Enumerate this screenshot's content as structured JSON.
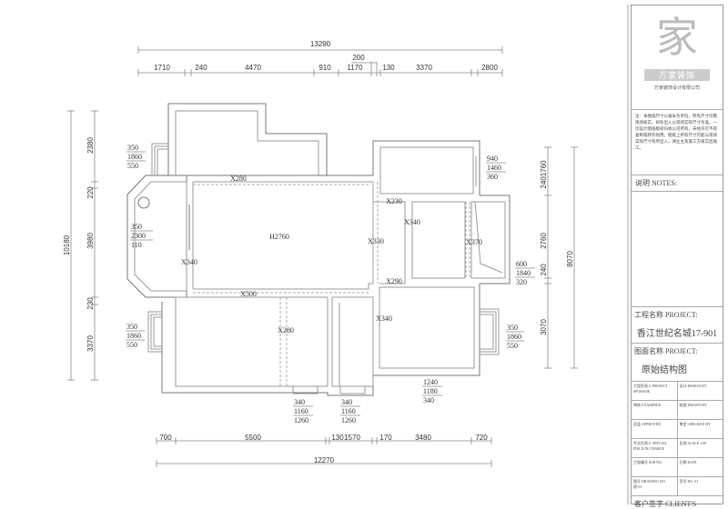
{
  "dims": {
    "top_total": "13290",
    "top_segments": [
      "1710",
      "240",
      "4470",
      "910",
      "1170",
      "130",
      "3370",
      "2800"
    ],
    "top_offset": "200",
    "bottom_segments": [
      "700",
      "5500",
      "130",
      "1570",
      "170",
      "3480",
      "720"
    ],
    "bottom_total": "12270",
    "left_total": "10180",
    "left_segments": [
      "2380",
      "220",
      "3980",
      "230",
      "3370"
    ],
    "right_segments": [
      "2401760",
      "2760",
      "240",
      "3070"
    ],
    "right_total": "8070"
  },
  "windows": [
    [
      "350",
      "1860",
      "550"
    ],
    [
      "350",
      "2300",
      "110"
    ],
    [
      "350",
      "1860",
      "550"
    ],
    [
      "940",
      "1460",
      "360"
    ],
    [
      "600",
      "1840",
      "320"
    ],
    [
      "350",
      "1860",
      "550"
    ],
    [
      "1240",
      "1180",
      "340"
    ],
    [
      "340",
      "1160",
      "1260"
    ],
    [
      "340",
      "1160",
      "1260"
    ]
  ],
  "beams": [
    "X280",
    "H2760",
    "X330",
    "X340",
    "X500",
    "X230",
    "X340",
    "X370",
    "X290",
    "X340",
    "X280"
  ],
  "title_block": {
    "brand": "万家装饰",
    "company": "万家装饰设计有限公司",
    "notes": "注：本图纸尺寸以毫米为单位，所有尺寸均需现场核实，如有出入以现场实际尺寸为准。一切设计图纸版权归本公司所有，未经许可不得复制或转作他用。图纸上所有尺寸可能与现场实际尺寸有所出入，请业主及施工方核实后施工。",
    "notes_label": "说明  NOTES:",
    "project_label": "工程名称 PROJECT:",
    "project_value": "香江世纪名城17-901",
    "drawing_label": "图面名称 PROJECT:",
    "drawing_value": "原始结构图",
    "rows": [
      [
        "工程负责人 PROJECT SPONSOR",
        "设计 DESIGN BY"
      ],
      [
        "审核 EXAMINED",
        "绘图 DRAWN BY"
      ],
      [
        "总监 APPROVED",
        "审定 CHECKED BY"
      ],
      [
        "专业负责人 SPECIAL FIELD IN CHARGE",
        "比例 SCALE 1:60"
      ],
      [
        "工程编号 JOB NO.",
        "日期 DATE"
      ],
      [
        "图号 DRAWING NO. 原-01",
        "页号 NO. 01"
      ]
    ],
    "client_label": "客户签字 CLIENT'S"
  }
}
